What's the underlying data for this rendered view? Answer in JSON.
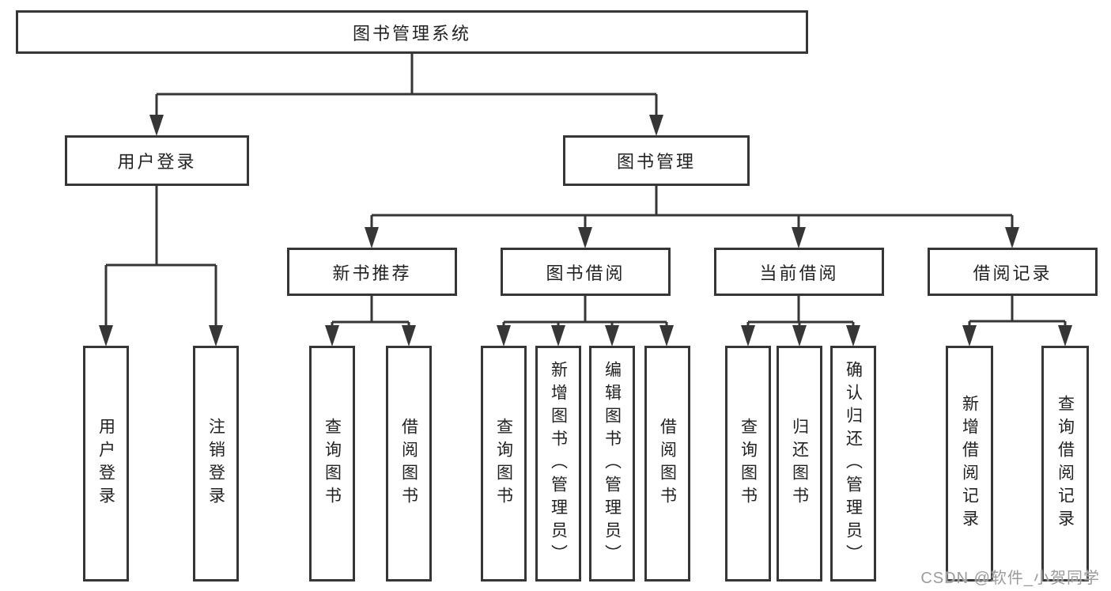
{
  "diagram": {
    "root": {
      "label": "图书管理系统"
    },
    "level2": {
      "user_login": {
        "label": "用户登录"
      },
      "book_mgmt": {
        "label": "图书管理"
      }
    },
    "level3": {
      "new_book_rec": {
        "label": "新书推荐"
      },
      "book_borrow": {
        "label": "图书借阅"
      },
      "current_borrow": {
        "label": "当前借阅"
      },
      "borrow_record": {
        "label": "借阅记录"
      }
    },
    "leaves": {
      "user_login": {
        "label": "用户登录"
      },
      "logout": {
        "label": "注销登录"
      },
      "rec_query_book": {
        "label": "查询图书"
      },
      "rec_borrow_book": {
        "label": "借阅图书"
      },
      "bb_query_book": {
        "label": "查询图书"
      },
      "bb_add_book": {
        "label": "新增图书（管理员）"
      },
      "bb_edit_book": {
        "label": "编辑图书（管理员）"
      },
      "bb_borrow_book": {
        "label": "借阅图书"
      },
      "cb_query_book": {
        "label": "查询图书"
      },
      "cb_return_book": {
        "label": "归还图书"
      },
      "cb_confirm_return": {
        "label": "确认归还（管理员）"
      },
      "br_add_record": {
        "label": "新增借阅记录"
      },
      "br_query_record": {
        "label": "查询借阅记录"
      }
    }
  },
  "watermark": {
    "text": "CSDN @软件_小贺同学"
  },
  "colors": {
    "line": "#363636",
    "text": "#222222",
    "watermark": "#9b9b9b",
    "background": "#ffffff"
  }
}
